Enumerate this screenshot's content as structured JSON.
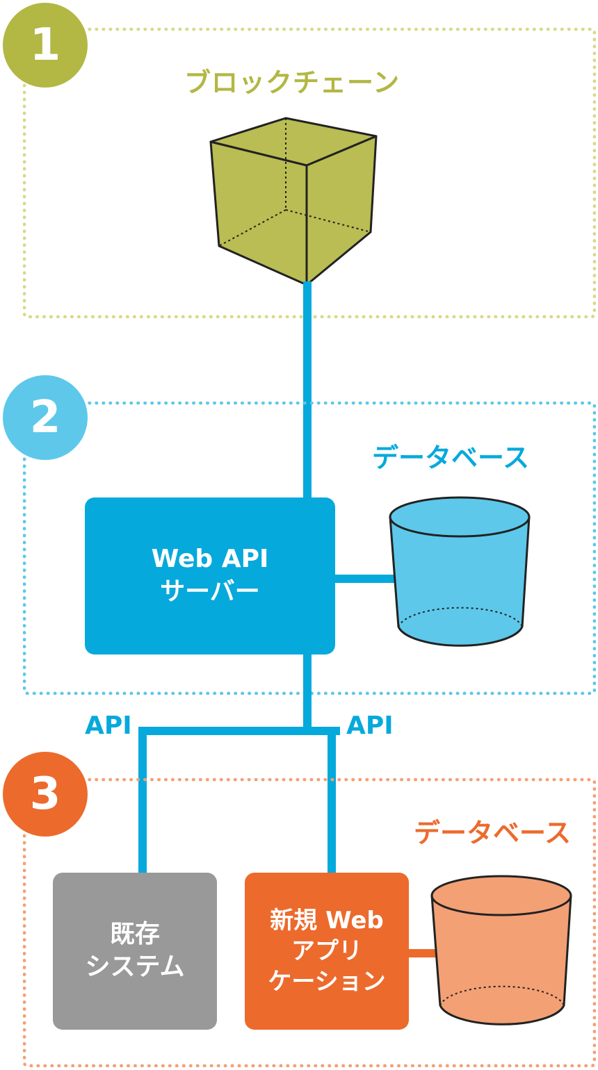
{
  "sections": [
    {
      "number": "1",
      "title": "ブロックチェーン"
    },
    {
      "number": "2",
      "title": "データベース"
    },
    {
      "number": "3",
      "title": "データベース"
    }
  ],
  "nodes": {
    "web_api_server": {
      "line1": "Web API",
      "line2": "サーバー"
    },
    "existing_system": {
      "line1": "既存",
      "line2": "システム"
    },
    "new_web_app": {
      "line1": "新規 Web",
      "line2": "アプリ",
      "line3": "ケーション"
    }
  },
  "api_labels": {
    "left": "API",
    "right": "API"
  },
  "icons": {
    "block": "cube-icon",
    "db_server": "database-cylinder-icon",
    "db_app": "database-cylinder-icon"
  },
  "colors": {
    "blockchain": "#b3b744",
    "blockchain_border": "#d6da8a",
    "server": "#06a9dc",
    "server_light": "#5dc8ea",
    "app": "#ec6a2c",
    "app_light": "#f3a075",
    "legacy": "#999999"
  }
}
